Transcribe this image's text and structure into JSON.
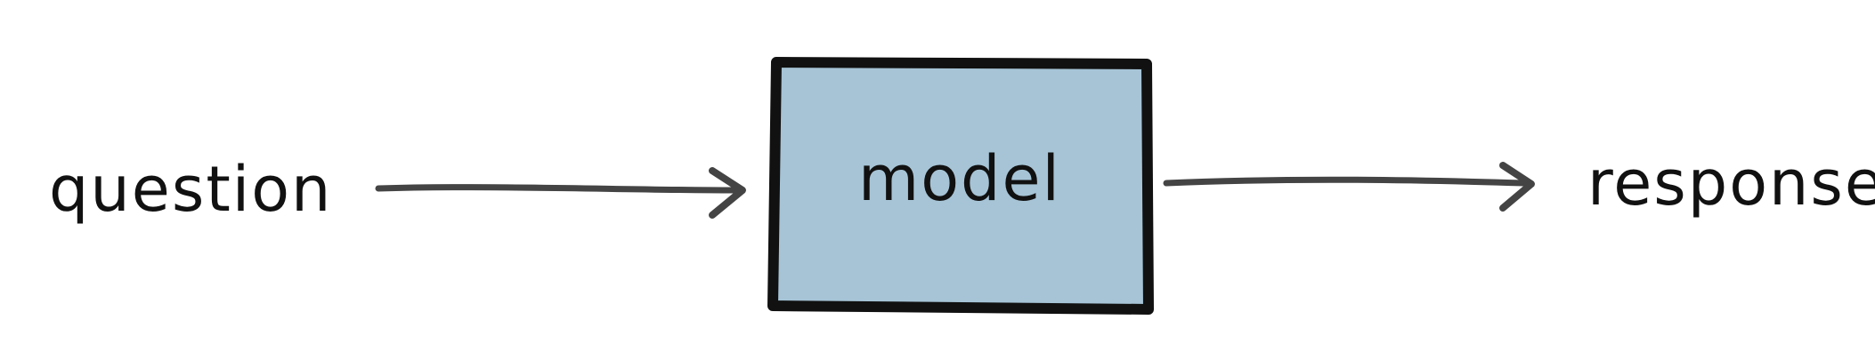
{
  "diagram": {
    "input_label": "question",
    "process_label": "model",
    "output_label": "response"
  },
  "colors": {
    "box_fill": "#a6c4d6",
    "box_stroke": "#111111",
    "arrow_stroke": "#444444",
    "text": "#111111"
  }
}
